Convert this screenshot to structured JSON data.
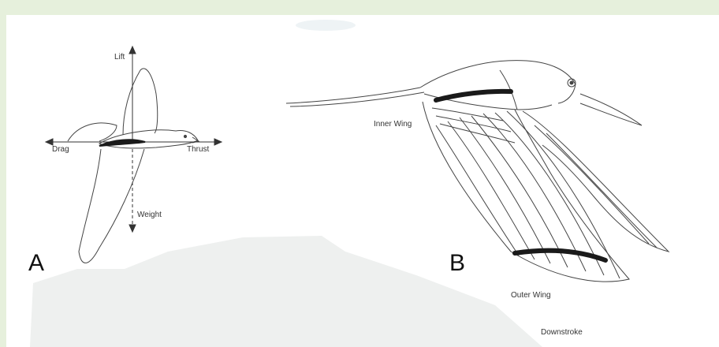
{
  "labels": {
    "lift": "Lift",
    "drag": "Drag",
    "thrust": "Thrust",
    "weight": "Weight",
    "inner_wing": "Inner Wing",
    "outer_wing": "Outer Wing",
    "downstroke": "Downstroke",
    "panel_a": "A",
    "panel_b": "B"
  },
  "colors": {
    "frame": "#e6f0dc",
    "background": "#ffffff",
    "ground": "#eef0ef",
    "ink": "#333333",
    "band": "#1a1a1a"
  }
}
